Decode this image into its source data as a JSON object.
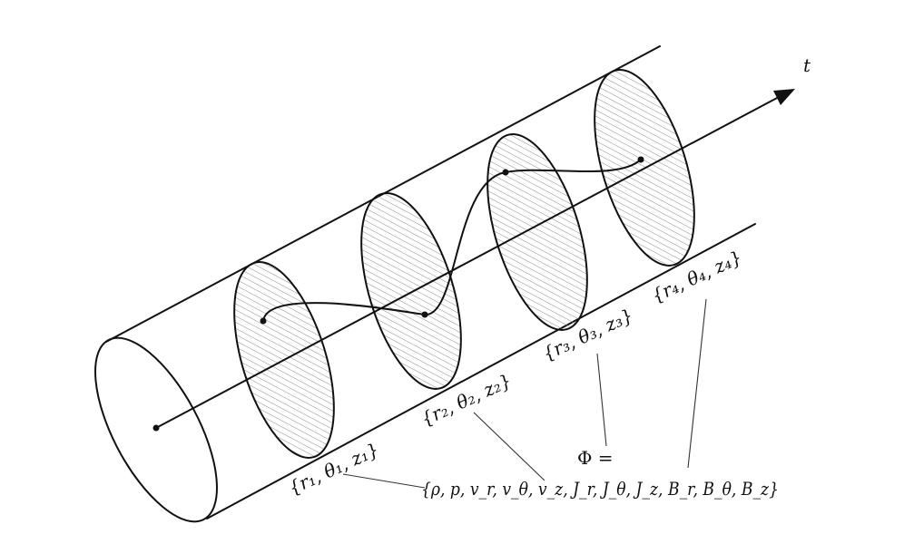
{
  "diagram": {
    "axis_label": "t",
    "phi_label": "Φ =",
    "variables_label": "{ρ, p, v_r, v_θ, v_z, J_r, J_θ, J_z, B_r, B_θ, B_z}",
    "slices": [
      {
        "label": "{r₁, θ₁, z₁}"
      },
      {
        "label": "{r₂, θ₂, z₂}"
      },
      {
        "label": "{r₃, θ₃, z₃}"
      },
      {
        "label": "{r₄, θ₄, z₄}"
      }
    ]
  }
}
